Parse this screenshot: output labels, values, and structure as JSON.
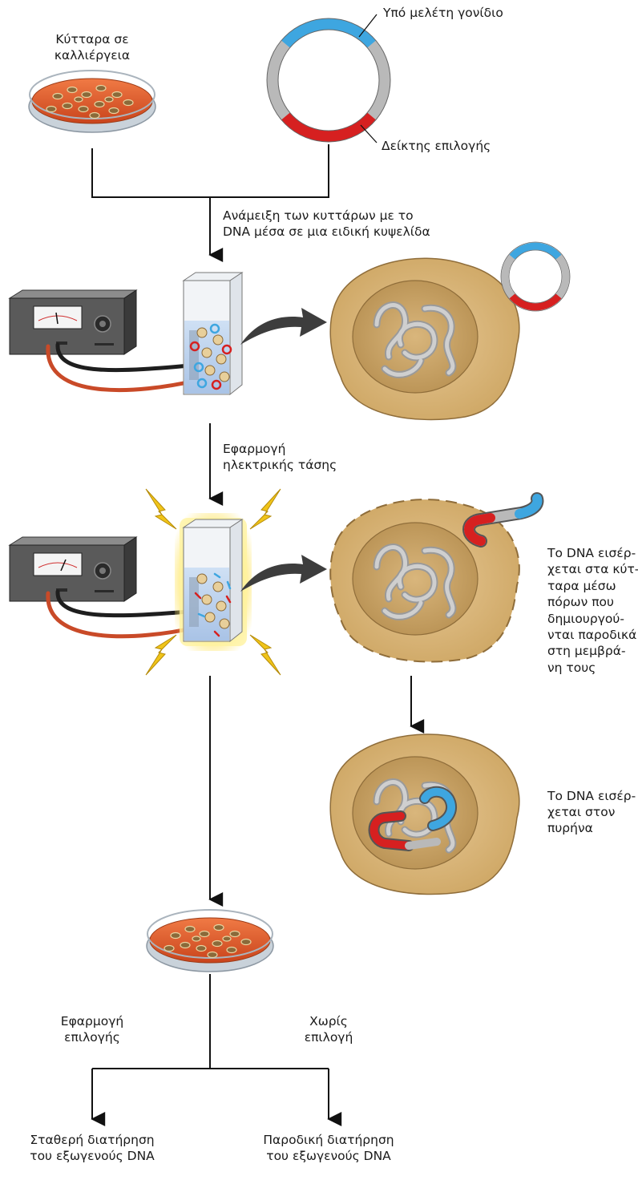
{
  "labels": {
    "cells_in_culture": [
      "Κύτταρα σε",
      "καλλιέργεια"
    ],
    "gene_under_study": "Υπό μελέτη γονίδιο",
    "selection_marker": "Δείκτης επιλογής",
    "mix_step": [
      "Ανάμειξη των κυττάρων με το",
      "DNA μέσα σε μια ειδική κυψελίδα"
    ],
    "voltage_step": [
      "Εφαρμογή",
      "ηλεκτρικής τάσης"
    ],
    "dna_enters_cells": [
      "Το DNA εισέρ-",
      "χεται στα κύτ-",
      "ταρα μέσω",
      "πόρων που",
      "δημιουργού-",
      "νται παροδικά",
      "στη μεμβρά-",
      "νη τους"
    ],
    "dna_enters_nucleus": [
      "Το DNA εισέρ-",
      "χεται στον",
      "πυρήνα"
    ],
    "apply_selection": [
      "Εφαρμογή",
      "επιλογής"
    ],
    "no_selection": [
      "Χωρίς",
      "επιλογή"
    ],
    "stable_maintenance": [
      "Σταθερή διατήρηση",
      "του εξωγενούς DNA"
    ],
    "transient_maintenance": [
      "Παροδική διατήρηση",
      "του εξωγενούς DNA"
    ]
  },
  "colors": {
    "gene": "#3ea6e0",
    "marker": "#d62020",
    "plasmid_backbone": "#b9b9b9",
    "culture_medium": "#e0572a",
    "cell": "#d9b77c",
    "nucleus": "#c9a468",
    "chromatin": "#a8a8a8",
    "device": "#4f4f4f",
    "cuvette_glow": "#ffe66a",
    "spark": "#f0c419",
    "red_lead": "#c94a28",
    "black_lead": "#1e1e1e"
  }
}
